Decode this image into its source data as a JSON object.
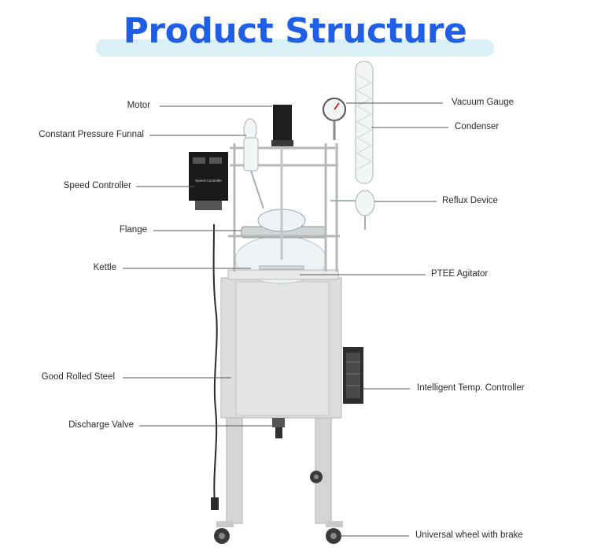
{
  "title": "Product Structure",
  "labels": {
    "motor": "Motor",
    "funnel": "Constant Pressure Funnal",
    "speed": "Speed Controller",
    "flange": "Flange",
    "kettle": "Kettle",
    "steel": "Good Rolled Steel",
    "valve": "Discharge Valve",
    "gauge": "Vacuum Gauge",
    "condenser": "Condenser",
    "reflux": "Reflux Device",
    "agitator": "PTEE Agitator",
    "temp": "Intelligent Temp. Controller",
    "wheel": "Universal wheel with brake"
  },
  "controller_panel_text": "Speed Controller",
  "colors": {
    "title": "#1f5fe6",
    "pill": "#d8f0f6",
    "frame": "#d7d9d8",
    "leader": "#555555"
  }
}
